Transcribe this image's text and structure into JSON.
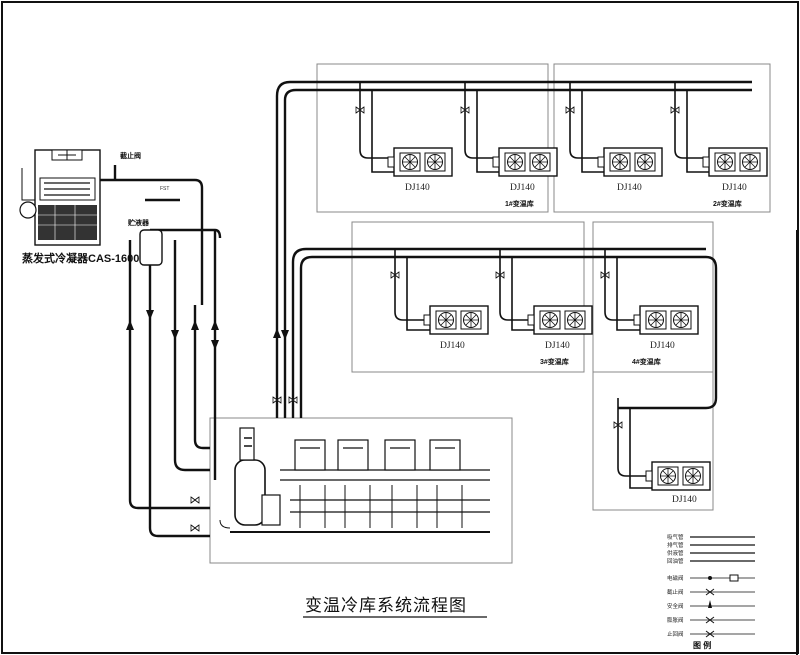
{
  "title": "变温冷库系统流程图",
  "condenser": {
    "label": "蒸发式冷凝器CAS-1600",
    "valve_note": "截止阀"
  },
  "rooms": [
    {
      "name": "1#变温库",
      "units": [
        "DJ140",
        "DJ140"
      ]
    },
    {
      "name": "2#变温库",
      "units": [
        "DJ140",
        "DJ140"
      ]
    },
    {
      "name": "3#变温库",
      "units": [
        "DJ140",
        "DJ140"
      ]
    },
    {
      "name": "4#变温库",
      "units": [
        "DJ140",
        "DJ140"
      ]
    }
  ],
  "pipe_labels": {
    "top_left": "FST",
    "receiver": "贮液器"
  },
  "legend": {
    "title": "图 例",
    "items": [
      "吸气管",
      "排气管",
      "供液管",
      "回油管",
      "电磁阀",
      "截止阀",
      "安全阀",
      "膨胀阀",
      "止回阀"
    ]
  },
  "colors": {
    "line": "#111111",
    "frame": "#777777",
    "coil_fill": "#333333"
  }
}
